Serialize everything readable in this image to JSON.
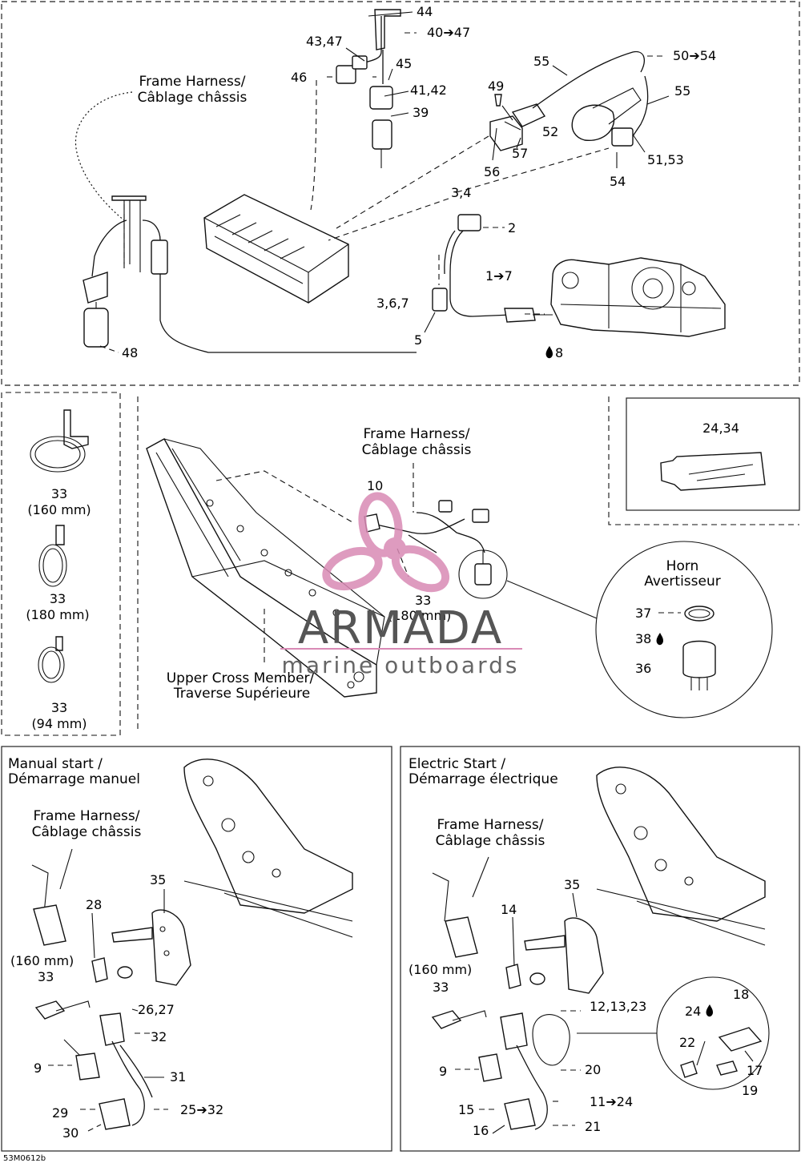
{
  "top_section": {
    "labels": {
      "l44": "44",
      "l40_47": "40➔47",
      "l43_47": "43,47",
      "l46": "46",
      "l45": "45",
      "l41_42": "41,42",
      "l39": "39",
      "l55a": "55",
      "l50_54": "50➔54",
      "l55b": "55",
      "l49": "49",
      "l52": "52",
      "l57": "57",
      "l56": "56",
      "l51_53": "51,53",
      "l54": "54",
      "l3_4": "3,4",
      "l2": "2",
      "l1_7": "1➔7",
      "l3_6_7": "3,6,7",
      "l5": "5",
      "l8": "8",
      "l48": "48"
    },
    "frame_harness_en": "Frame Harness/",
    "frame_harness_fr": "Câblage châssis"
  },
  "mid_left": {
    "clamps": [
      {
        "num": "33",
        "size": "(160 mm)"
      },
      {
        "num": "33",
        "size": "(180 mm)"
      },
      {
        "num": "33",
        "size": "(94 mm)"
      }
    ]
  },
  "mid_center": {
    "frame_harness_en": "Frame Harness/",
    "frame_harness_fr": "Câblage châssis",
    "l10": "10",
    "l33": "33",
    "l33_size": "(180 mm)",
    "upper_cross_en": "Upper Cross Member/",
    "upper_cross_fr": "Traverse Supérieure"
  },
  "mid_right": {
    "l24_34": "24,34",
    "horn_en": "Horn",
    "horn_fr": "Avertisseur",
    "l37": "37",
    "l38": "38",
    "l36": "36"
  },
  "manual_start": {
    "title_en": "Manual start /",
    "title_fr": "Démarrage manuel",
    "frame_harness_en": "Frame Harness/",
    "frame_harness_fr": "Câblage châssis",
    "l35": "35",
    "l28": "28",
    "l160": "(160 mm)",
    "l33": "33",
    "l26_27": "26,27",
    "l32": "32",
    "l9": "9",
    "l31": "31",
    "l29": "29",
    "l25_32": "25➔32",
    "l30": "30"
  },
  "electric_start": {
    "title_en": "Electric Start /",
    "title_fr": "Démarrage électrique",
    "frame_harness_en": "Frame Harness/",
    "frame_harness_fr": "Câblage châssis",
    "l35": "35",
    "l14": "14",
    "l160": "(160 mm)",
    "l33": "33",
    "l12_13_23": "12,13,23",
    "l18": "18",
    "l24": "24",
    "l22": "22",
    "l9": "9",
    "l20": "20",
    "l17": "17",
    "l19": "19",
    "l15": "15",
    "l11_24": "11➔24",
    "l16": "16",
    "l21": "21"
  },
  "watermark": {
    "brand": "ARMADA",
    "tagline": "marine outboards",
    "colors": {
      "accent": "#d98ab5",
      "text": "#555555"
    }
  },
  "footer_code": "53M0612b"
}
